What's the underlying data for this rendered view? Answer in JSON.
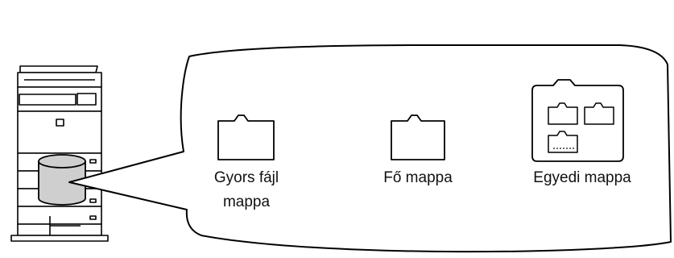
{
  "labels": {
    "quick_file_folder_line1": "Gyors fájl",
    "quick_file_folder_line2": "mappa",
    "main_folder": "Fő mappa",
    "custom_folder": "Egyedi mappa"
  },
  "colors": {
    "stroke": "#000000",
    "storage_fill": "#cfcfcf",
    "background": "#ffffff"
  }
}
